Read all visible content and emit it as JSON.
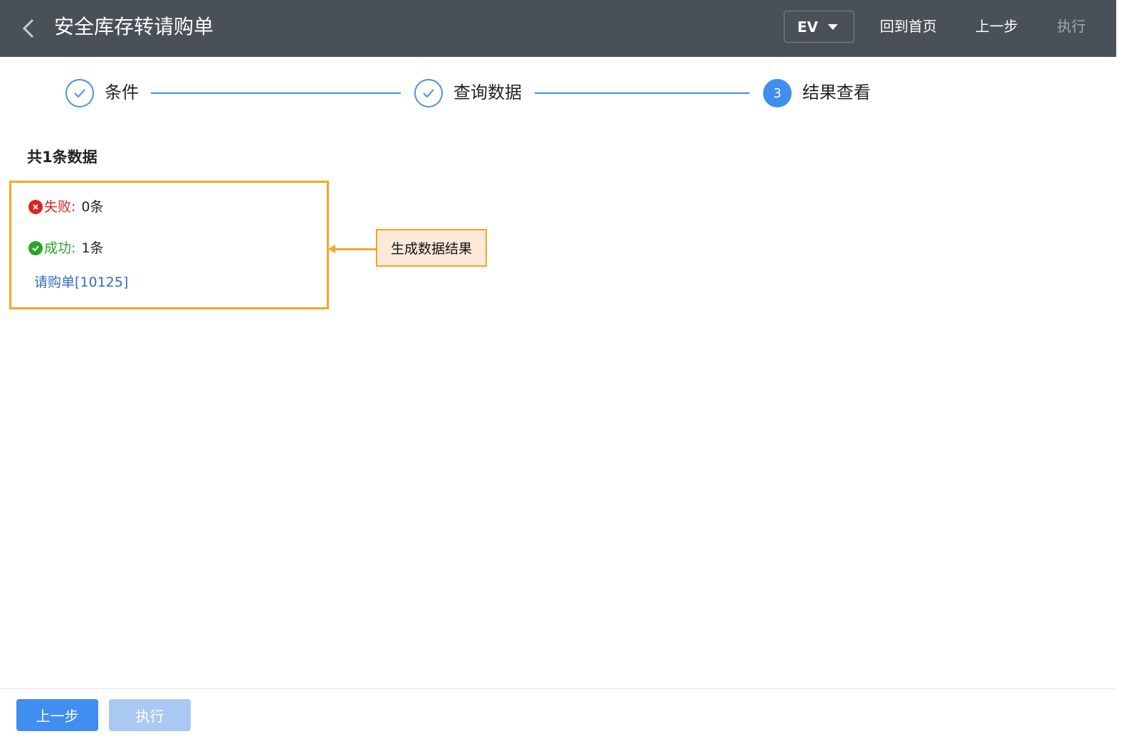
{
  "header": {
    "title": "安全库存转请购单",
    "ev_label": "EV",
    "home_label": "回到首页",
    "prev_label": "上一步",
    "execute_label": "执行"
  },
  "steps": [
    {
      "label": "条件",
      "state": "done"
    },
    {
      "label": "查询数据",
      "state": "done"
    },
    {
      "label": "结果查看",
      "state": "active",
      "number": "3"
    }
  ],
  "summary": {
    "total": "共1条数据",
    "fail_label": "失败:",
    "fail_value": "0条",
    "success_label": "成功:",
    "success_value": "1条",
    "link": "请购单[10125]"
  },
  "callout": {
    "text": "生成数据结果"
  },
  "footer": {
    "prev_label": "上一步",
    "execute_label": "执行"
  },
  "colors": {
    "header_bg": "#4a5058",
    "accent": "#3f8ef0",
    "highlight": "#f5a623",
    "fail": "#e02020",
    "success": "#2aa52a"
  },
  "icons": {
    "back": "chevron-left-icon",
    "dropdown": "caret-down-icon",
    "done": "check-icon",
    "fail": "x-circle-icon",
    "success": "check-circle-icon"
  }
}
